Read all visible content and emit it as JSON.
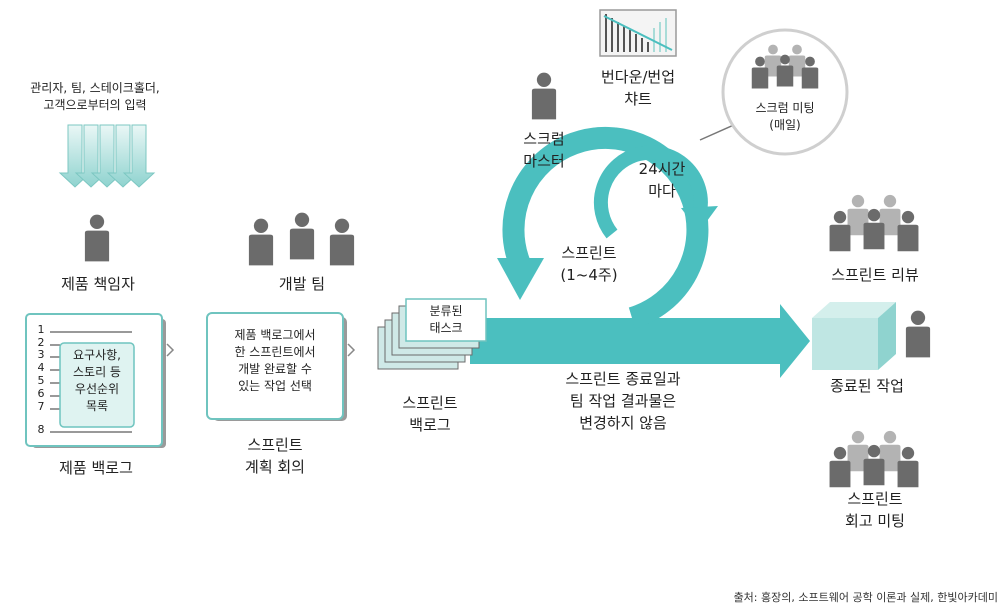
{
  "inputs": {
    "line1": "관리자, 팀, 스테이크홀더,",
    "line2": "고객으로부터의 입력"
  },
  "product_owner": {
    "label": "제품 책임자"
  },
  "product_backlog": {
    "numbers": [
      "1",
      "2",
      "3",
      "4",
      "5",
      "6",
      "7",
      "8"
    ],
    "note": [
      "요구사항,",
      "스토리 등",
      "우선순위",
      "목록"
    ],
    "label": "제품 백로그"
  },
  "dev_team": {
    "label": "개발 팀"
  },
  "planning": {
    "card": [
      "제품 백로그에서",
      "한 스프린트에서",
      "개발 완료할 수",
      "있는 작업 선택"
    ],
    "label": [
      "스프린트",
      "계획 회의"
    ]
  },
  "sprint_backlog": {
    "card": [
      "분류된",
      "태스크"
    ],
    "label": [
      "스프린트",
      "백로그"
    ]
  },
  "scrum_master": {
    "label": [
      "스크럼",
      "마스터"
    ]
  },
  "burndown": {
    "label": [
      "번다운/번업",
      "챠트"
    ]
  },
  "daily_scrum": {
    "label": [
      "스크럼 미팅",
      "(매일)"
    ]
  },
  "daily_cycle": {
    "label": [
      "24시간",
      "마다"
    ]
  },
  "sprint": {
    "label": [
      "스프린트",
      "(1~4주)"
    ]
  },
  "sprint_rule": {
    "label": [
      "스프린트 종료일과",
      "팀 작업 결과물은",
      "변경하지 않음"
    ]
  },
  "sprint_review": {
    "label": "스프린트 리뷰"
  },
  "done": {
    "label": "종료된 작업"
  },
  "retro": {
    "label": [
      "스프린트",
      "회고 미팅"
    ]
  },
  "source": "출처: 홍장의, 소프트웨어 공학 이론과 실제, 한빛아카데미",
  "colors": {
    "teal": "#4bbfbf",
    "teal_light": "#d8f1ef",
    "teal_box": "#bfe6e3",
    "gray_person": "#6b6b6b",
    "gray_light": "#b3b3b3"
  }
}
